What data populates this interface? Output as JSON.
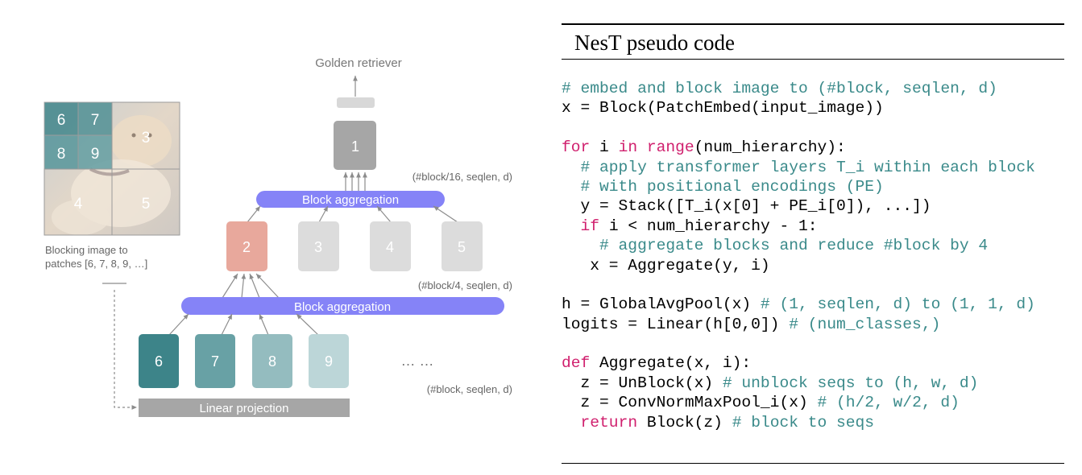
{
  "diagram": {
    "output_label": "Golden retriever",
    "image_patches": [
      "6",
      "7",
      "8",
      "9",
      "3",
      "4",
      "5"
    ],
    "image_caption": [
      "Blocking image to",
      "patches [6, 7, 8, 9, …]"
    ],
    "top_block": "1",
    "shape_top": "(#block/16, seqlen, d)",
    "aggregation_label_top": "Block aggregation",
    "mid_blocks": [
      "2",
      "3",
      "4",
      "5"
    ],
    "shape_mid": "(#block/4, seqlen, d)",
    "aggregation_label_bottom": "Block aggregation",
    "bottom_blocks": [
      "6",
      "7",
      "8",
      "9"
    ],
    "ellipsis": "… …",
    "shape_bottom": "(#block, seqlen, d)",
    "projection_label": "Linear projection",
    "colors": {
      "aggregation_bar": "#8583f7",
      "top_block": "#a6a6a6",
      "highlight_block": "#e8a89c",
      "faded_block": "#dcdcdc",
      "bottom_blocks": [
        "#3d8489",
        "#68a1a5",
        "#94bcbf",
        "#bcd6d8"
      ],
      "projection_bar": "#a6a6a6"
    }
  },
  "code": {
    "title": "NesT pseudo code",
    "lines": [
      [
        {
          "t": "# embed and block image to (#block, seqlen, d)",
          "k": "comment"
        }
      ],
      [
        {
          "t": "x = Block(PatchEmbed(input_image))",
          "k": "code"
        }
      ],
      [],
      [
        {
          "t": "for",
          "k": "kw"
        },
        {
          "t": " i ",
          "k": "code"
        },
        {
          "t": "in",
          "k": "kw"
        },
        {
          "t": " ",
          "k": "code"
        },
        {
          "t": "range",
          "k": "kw"
        },
        {
          "t": "(num_hierarchy):",
          "k": "code"
        }
      ],
      [
        {
          "t": "  # apply transformer layers T_i within each block",
          "k": "comment"
        }
      ],
      [
        {
          "t": "  # with positional encodings (PE)",
          "k": "comment"
        }
      ],
      [
        {
          "t": "  y = Stack([T_i(x[0] + PE_i[0]), ...])",
          "k": "code"
        }
      ],
      [
        {
          "t": "  ",
          "k": "code"
        },
        {
          "t": "if",
          "k": "kw"
        },
        {
          "t": " i < num_hierarchy - 1:",
          "k": "code"
        }
      ],
      [
        {
          "t": "    # aggregate blocks and reduce #block by 4",
          "k": "comment"
        }
      ],
      [
        {
          "t": "   x = Aggregate(y, i)",
          "k": "code"
        }
      ],
      [],
      [
        {
          "t": "h = GlobalAvgPool(x) ",
          "k": "code"
        },
        {
          "t": "# (1, seqlen, d) to (1, 1, d)",
          "k": "comment"
        }
      ],
      [
        {
          "t": "logits = Linear(h[0,0]) ",
          "k": "code"
        },
        {
          "t": "# (num_classes,)",
          "k": "comment"
        }
      ],
      [],
      [
        {
          "t": "def",
          "k": "kw"
        },
        {
          "t": " Aggregate(x, i):",
          "k": "code"
        }
      ],
      [
        {
          "t": "  z = UnBlock(x) ",
          "k": "code"
        },
        {
          "t": "# unblock seqs to (h, w, d)",
          "k": "comment"
        }
      ],
      [
        {
          "t": "  z = ConvNormMaxPool_i(x) ",
          "k": "code"
        },
        {
          "t": "# (h/2, w/2, d)",
          "k": "comment"
        }
      ],
      [
        {
          "t": "  ",
          "k": "code"
        },
        {
          "t": "return",
          "k": "kw"
        },
        {
          "t": " Block(z) ",
          "k": "code"
        },
        {
          "t": "# block to seqs",
          "k": "comment"
        }
      ]
    ]
  }
}
